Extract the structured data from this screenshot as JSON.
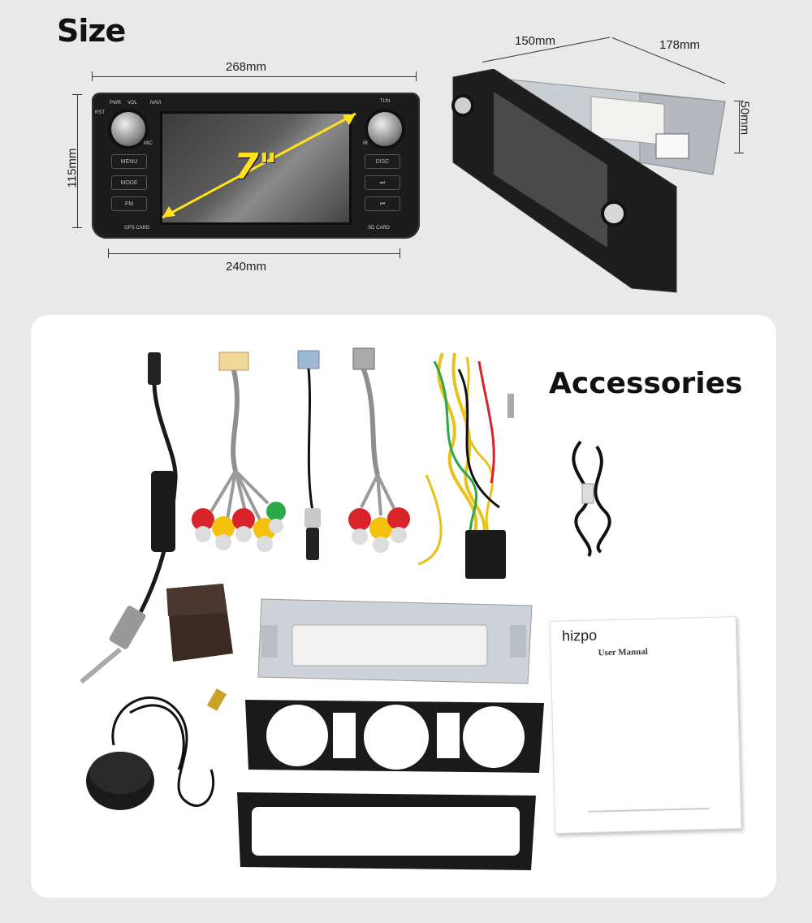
{
  "size_section": {
    "title": "Size",
    "dims": {
      "width_top": "268mm",
      "width_bottom": "240mm",
      "height": "115mm",
      "depth": "150mm",
      "side_depth": "178mm",
      "side_height": "50mm"
    },
    "screen_size": "7\"",
    "unit_labels": {
      "pwr": "PWR",
      "vol": "VOL",
      "rst": "RST",
      "navi": "NAVI",
      "tun": "TUN",
      "mic": "MIC",
      "ir": "IR",
      "menu": "MENU",
      "mode": "MODE",
      "fm": "FM",
      "disc": "DISC",
      "next": "⏭",
      "prev": "⏮",
      "gps_card": "GPS CARD",
      "sd_card": "SD CARD"
    }
  },
  "accessories_section": {
    "title": "Accessories",
    "manual_brand": "hizpo",
    "manual_title": "User Manual"
  },
  "colors": {
    "accent_yellow": "#ffe21a",
    "rca_red": "#d9232b",
    "rca_yellow": "#f4c20d",
    "rca_green": "#2aa84a",
    "rca_white": "#f2f2f2",
    "wire_yellow": "#e8c21a"
  }
}
